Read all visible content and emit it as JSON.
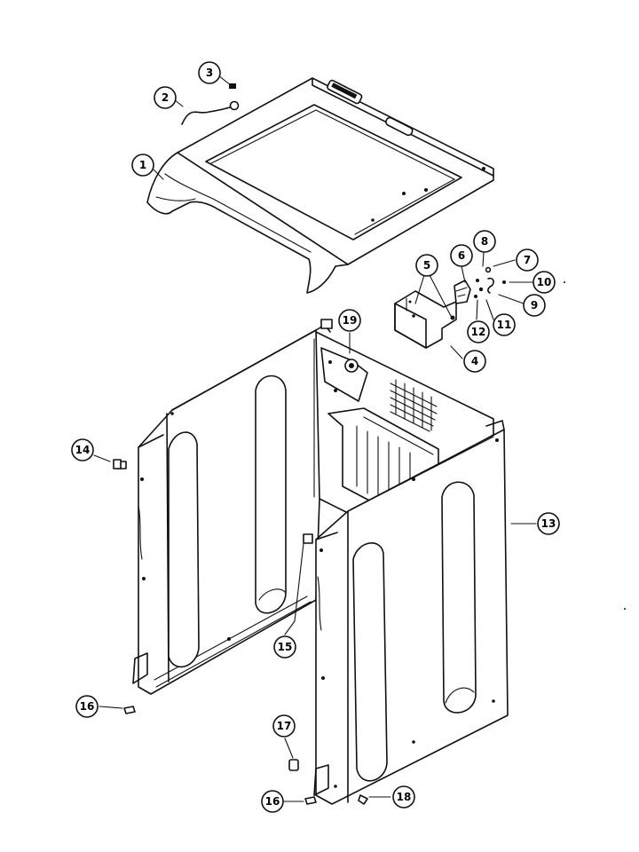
{
  "diagram": {
    "callouts": [
      {
        "id": "c1",
        "label": "1"
      },
      {
        "id": "c2",
        "label": "2"
      },
      {
        "id": "c3",
        "label": "3"
      },
      {
        "id": "c4",
        "label": "4"
      },
      {
        "id": "c5",
        "label": "5"
      },
      {
        "id": "c6",
        "label": "6"
      },
      {
        "id": "c7",
        "label": "7"
      },
      {
        "id": "c8",
        "label": "8"
      },
      {
        "id": "c9",
        "label": "9"
      },
      {
        "id": "c10",
        "label": "10"
      },
      {
        "id": "c11",
        "label": "11"
      },
      {
        "id": "c12",
        "label": "12"
      },
      {
        "id": "c13",
        "label": "13"
      },
      {
        "id": "c14",
        "label": "14"
      },
      {
        "id": "c15",
        "label": "15"
      },
      {
        "id": "c16a",
        "label": "16"
      },
      {
        "id": "c16b",
        "label": "16"
      },
      {
        "id": "c17",
        "label": "17"
      },
      {
        "id": "c18",
        "label": "18"
      },
      {
        "id": "c19",
        "label": "19"
      }
    ]
  }
}
